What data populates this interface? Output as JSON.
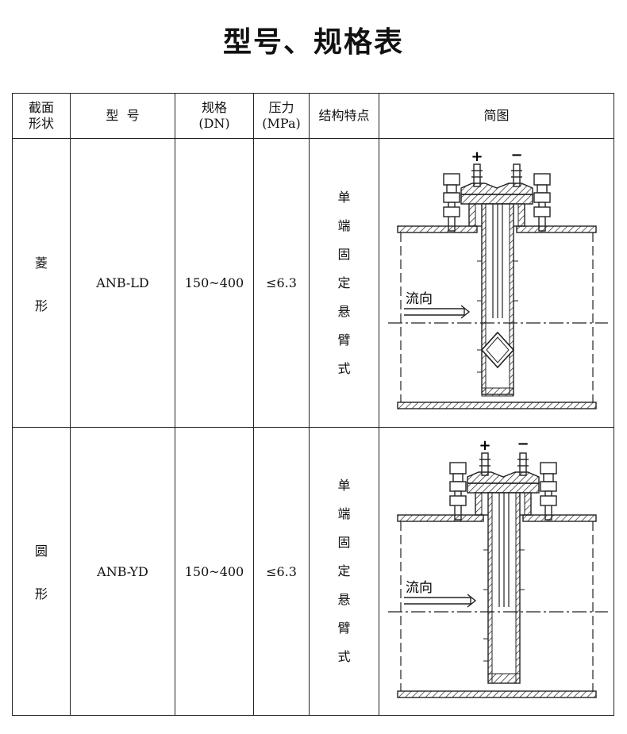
{
  "title": "型号、规格表",
  "table": {
    "headers": {
      "shape": [
        "截面",
        "形状"
      ],
      "model": "型  号",
      "spec": [
        "规格",
        "(DN)"
      ],
      "pressure": [
        "压力",
        "(MPa)"
      ],
      "structure": "结构特点",
      "diagram": "简图"
    },
    "rows": [
      {
        "shape": [
          "菱",
          "形"
        ],
        "model": "ANB-LD",
        "spec": "150~400",
        "pressure": "≤6.3",
        "structure": [
          "单",
          "端",
          "固",
          "定",
          "悬",
          "臂",
          "式"
        ],
        "diagram": {
          "plus": "+",
          "minus": "−",
          "flow": "流向"
        }
      },
      {
        "shape": [
          "圆",
          "形"
        ],
        "model": "ANB-YD",
        "spec": "150~400",
        "pressure": "≤6.3",
        "structure": [
          "单",
          "端",
          "固",
          "定",
          "悬",
          "臂",
          "式"
        ],
        "diagram": {
          "plus": "+",
          "minus": "−",
          "flow": "流向"
        }
      }
    ]
  }
}
